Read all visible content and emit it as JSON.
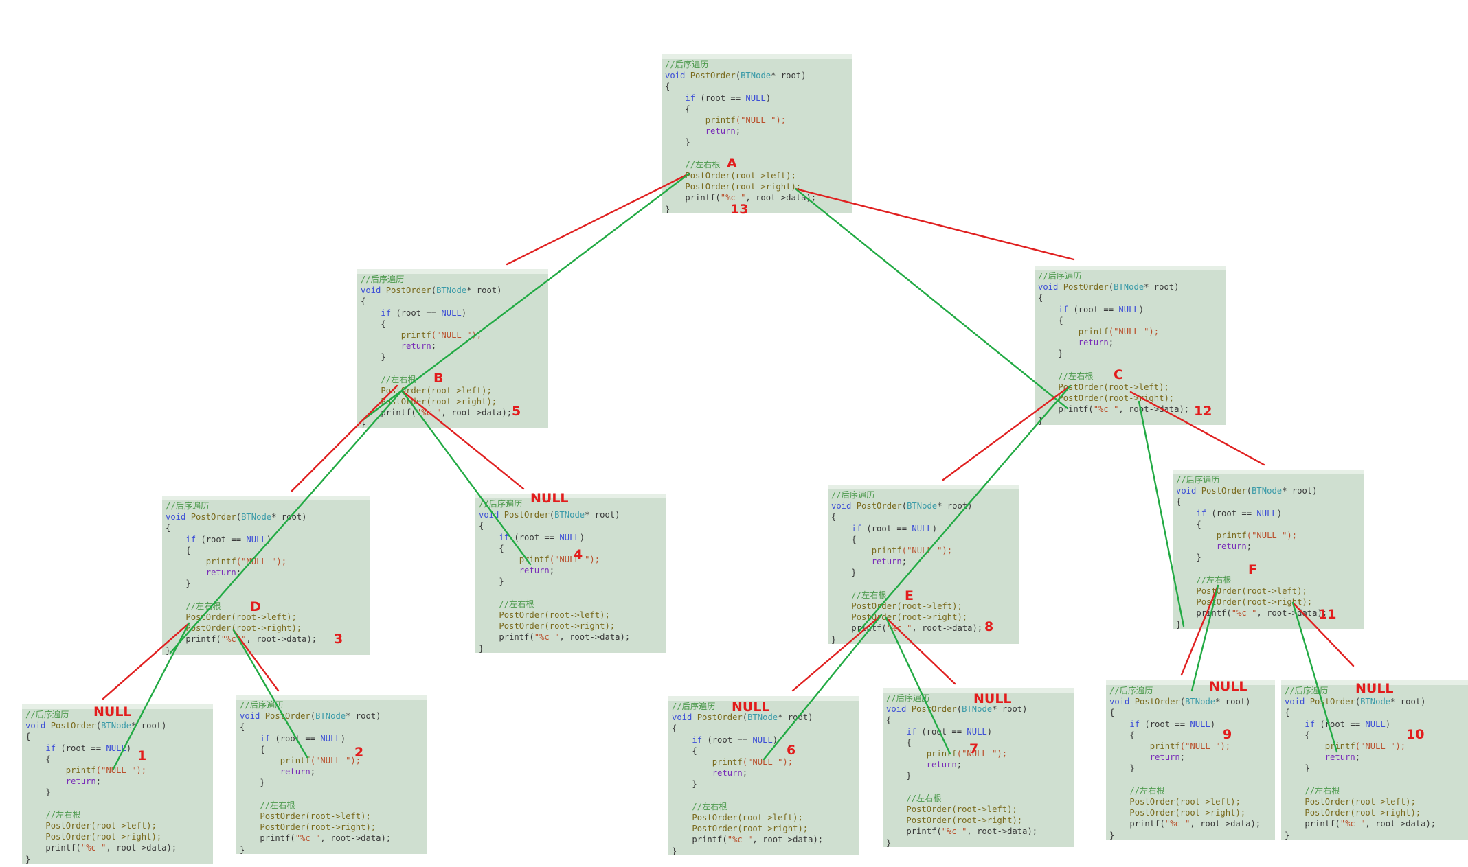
{
  "code": {
    "comment_title": "//后序遍历",
    "kw_void": "void",
    "func_name": "PostOrder",
    "param_open": "(",
    "param_type": "BTNode",
    "param_rest": "* root)",
    "open_brace": "{",
    "if_kw": "if",
    "if_cond_a": " (root == ",
    "null_kw": "NULL",
    "if_cond_b": ")",
    "printf_name": "printf",
    "printf_arg": "(\"NULL \");",
    "return_kw": "return",
    "semicolon": ";",
    "inner_close": "}",
    "comment_order": "//左右根",
    "call_left": "PostOrder(root->left);",
    "call_right": "PostOrder(root->right);",
    "printf_data_a": "printf(",
    "printf_data_fmt": "\"%c \"",
    "printf_data_b": ", root->data);",
    "close_brace": "}"
  },
  "nodes": [
    {
      "id": "A",
      "letter": "A",
      "step": "13",
      "null_tag": ""
    },
    {
      "id": "B",
      "letter": "B",
      "step": "5",
      "null_tag": ""
    },
    {
      "id": "C",
      "letter": "C",
      "step": "12",
      "null_tag": ""
    },
    {
      "id": "D",
      "letter": "D",
      "step": "3",
      "null_tag": ""
    },
    {
      "id": "B-right",
      "letter": "",
      "step": "4",
      "null_tag": "NULL"
    },
    {
      "id": "E",
      "letter": "E",
      "step": "8",
      "null_tag": ""
    },
    {
      "id": "F",
      "letter": "F",
      "step": "11",
      "null_tag": ""
    },
    {
      "id": "D-left",
      "letter": "",
      "step": "1",
      "null_tag": "NULL"
    },
    {
      "id": "D-right",
      "letter": "",
      "step": "2",
      "null_tag": ""
    },
    {
      "id": "E-left",
      "letter": "",
      "step": "6",
      "null_tag": "NULL"
    },
    {
      "id": "E-right",
      "letter": "",
      "step": "7",
      "null_tag": "NULL"
    },
    {
      "id": "F-left",
      "letter": "",
      "step": "9",
      "null_tag": "NULL"
    },
    {
      "id": "F-right",
      "letter": "",
      "step": "10",
      "null_tag": "NULL"
    }
  ],
  "colors": {
    "call_line": "#e02020",
    "return_line": "#22aa44",
    "box_bg": "#cfdfd0",
    "annotation": "#e21c1c"
  }
}
